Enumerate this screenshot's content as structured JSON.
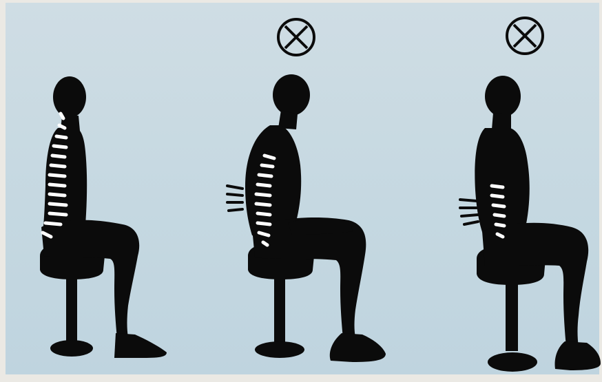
{
  "figure": {
    "kind": "posture-comparison",
    "panels": [
      {
        "id": "upright",
        "marker": "none"
      },
      {
        "id": "slouched",
        "marker": "circle-x-icon"
      },
      {
        "id": "arched",
        "marker": "circle-x-icon"
      }
    ]
  },
  "colors": {
    "background": "#c8d9e2",
    "silhouette": "#0b0b0b",
    "spine": "#ffffff",
    "frame": "#ebe9e4"
  }
}
